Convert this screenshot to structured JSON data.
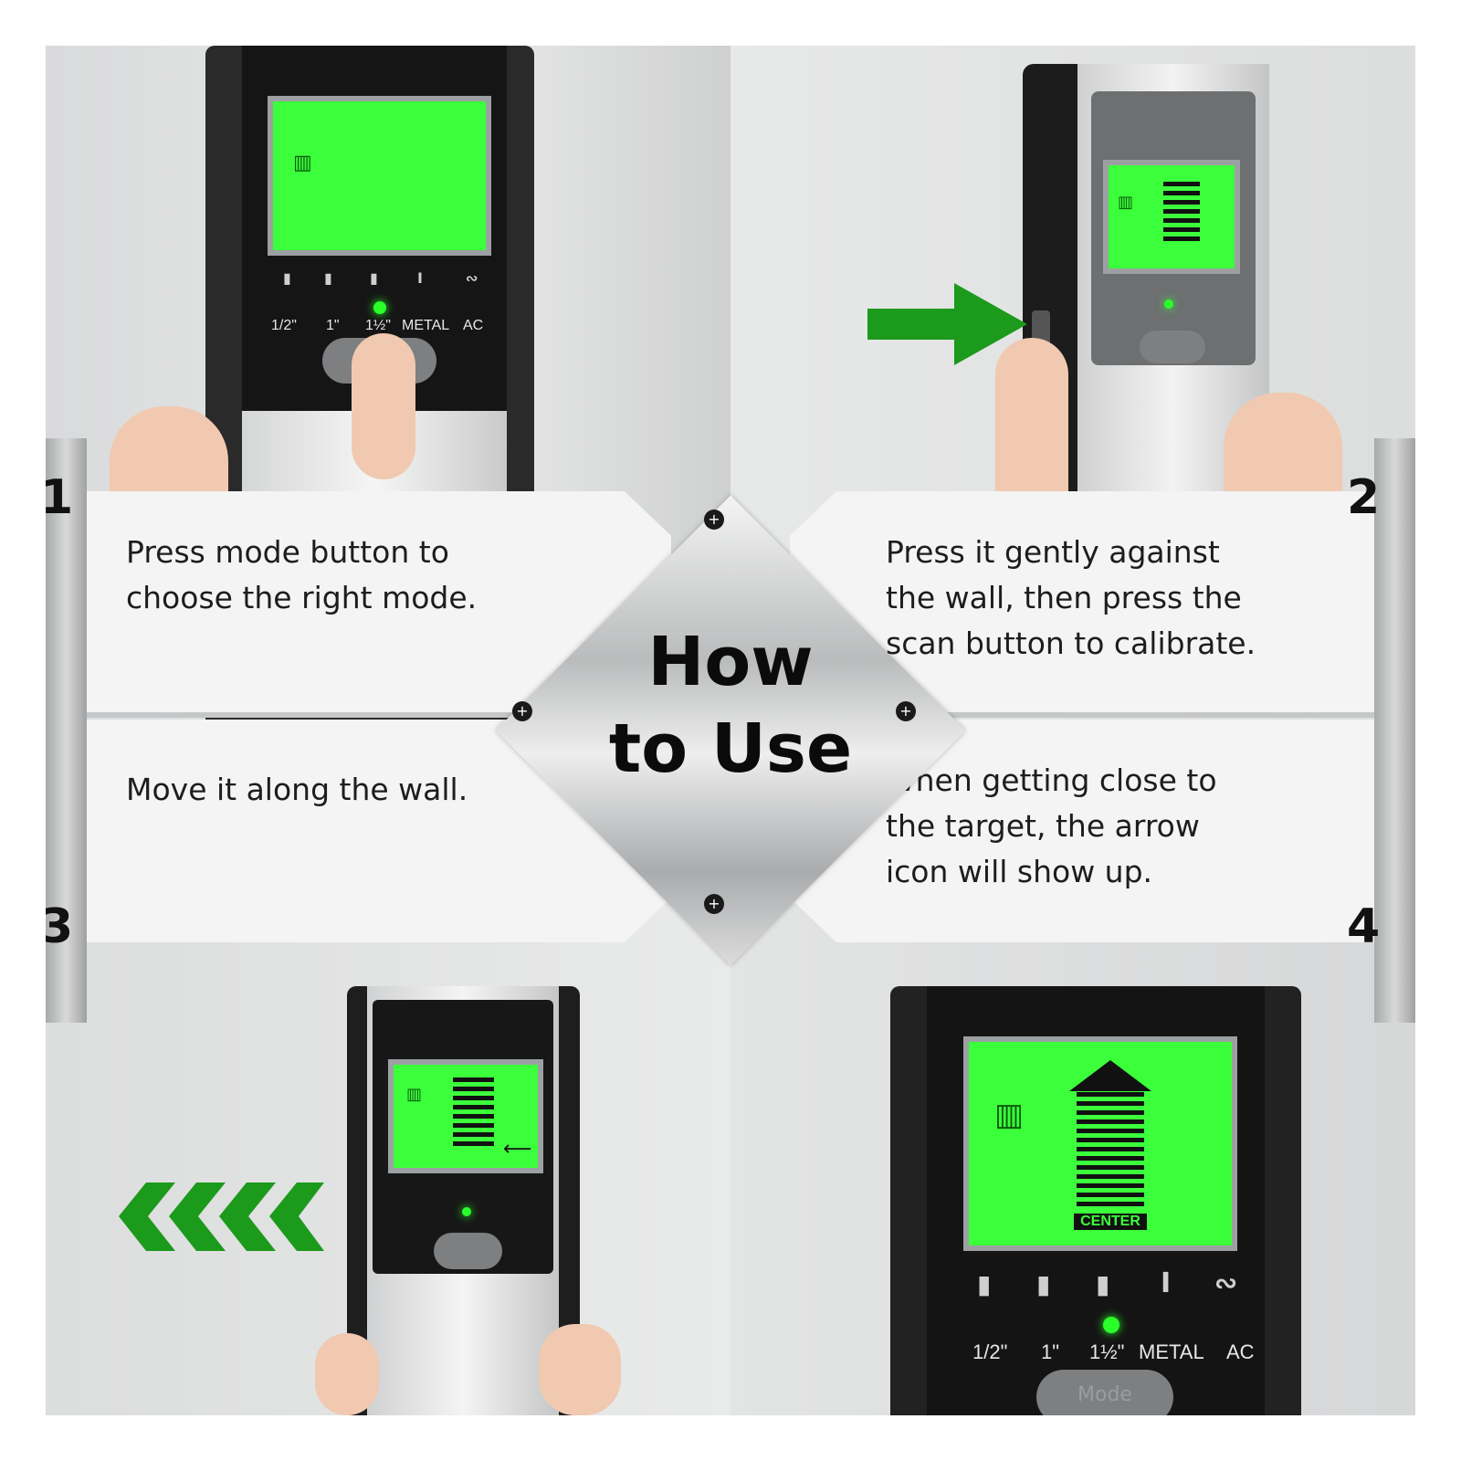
{
  "title": [
    "How",
    "to Use"
  ],
  "steps": [
    {
      "number": "1",
      "lines": [
        "Press mode button to",
        "choose the right mode."
      ]
    },
    {
      "number": "2",
      "lines": [
        "Press it gently against",
        "the wall, then press the",
        "scan button to calibrate."
      ]
    },
    {
      "number": "3",
      "lines": [
        "Move it along the wall."
      ]
    },
    {
      "number": "4",
      "lines": [
        "When getting close to",
        "the target, the arrow",
        "icon will show up."
      ]
    }
  ],
  "device": {
    "mode_labels": [
      "1/2\"",
      "1\"",
      "1½\"",
      "METAL",
      "AC"
    ],
    "lcd_text": "CENTER",
    "button_text": "Mode"
  },
  "colors": {
    "lcd_green": "#3cff3c",
    "arrow_green": "#1c9a1c",
    "text": "#1d1d1d"
  }
}
